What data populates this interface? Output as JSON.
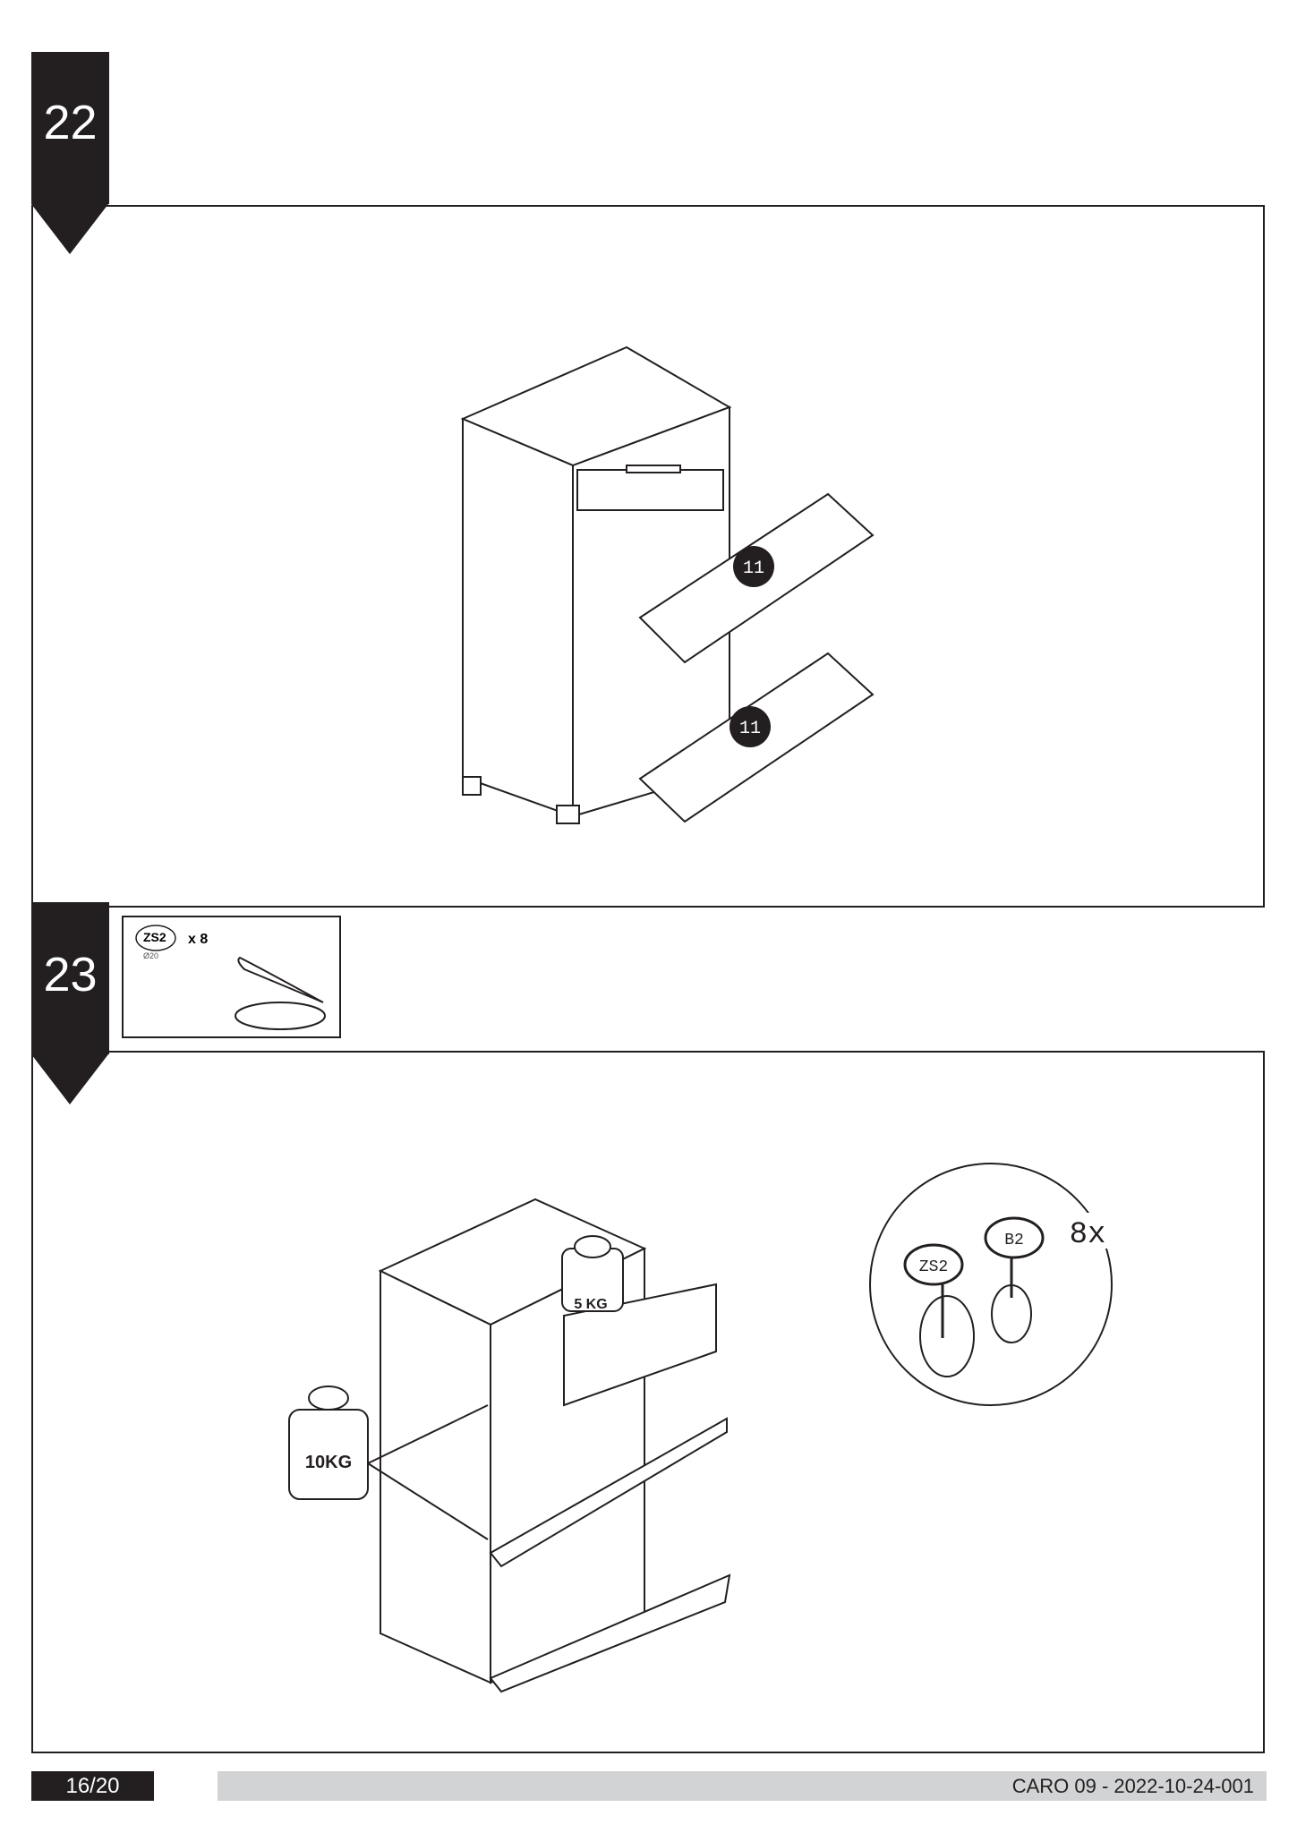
{
  "steps": [
    {
      "number": "22",
      "part_callouts": [
        "11",
        "11"
      ]
    },
    {
      "number": "23",
      "parts": {
        "code": "ZS2",
        "diameter": "Ø20",
        "quantity": "x 8"
      },
      "weights": {
        "drawer": "5 KG",
        "flap": "10KG"
      },
      "detail": {
        "labels": [
          "ZS2",
          "B2"
        ],
        "quantity": "8x"
      }
    }
  ],
  "footer": {
    "page": "16/20",
    "document_code": "CARO 09 - 2022-10-24-001"
  }
}
